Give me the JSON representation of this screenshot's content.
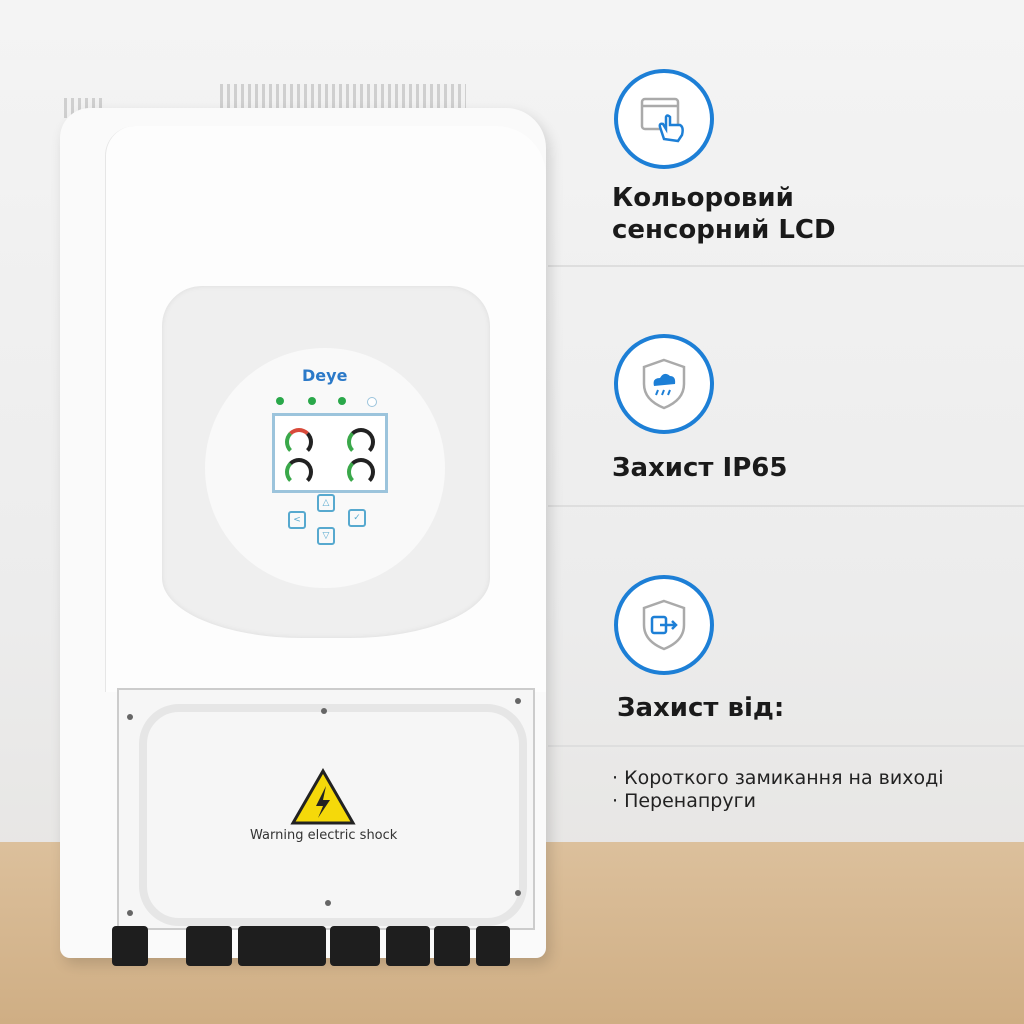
{
  "product": {
    "brand_logo": "Deye",
    "warning_label": "Warning electric shock"
  },
  "features": [
    {
      "icon": "touch-screen-icon",
      "title_line1": "Кольоровий",
      "title_line2": "сенсорний LCD"
    },
    {
      "icon": "weather-shield-icon",
      "title": "Захист IP65"
    },
    {
      "icon": "protection-shield-icon",
      "title": "Захист від:",
      "bullets": [
        "· Короткого замикання на виході",
        "· Перенапруги"
      ]
    }
  ],
  "colors": {
    "accent": "#1d7fd6",
    "floor": "#d4b48a"
  }
}
